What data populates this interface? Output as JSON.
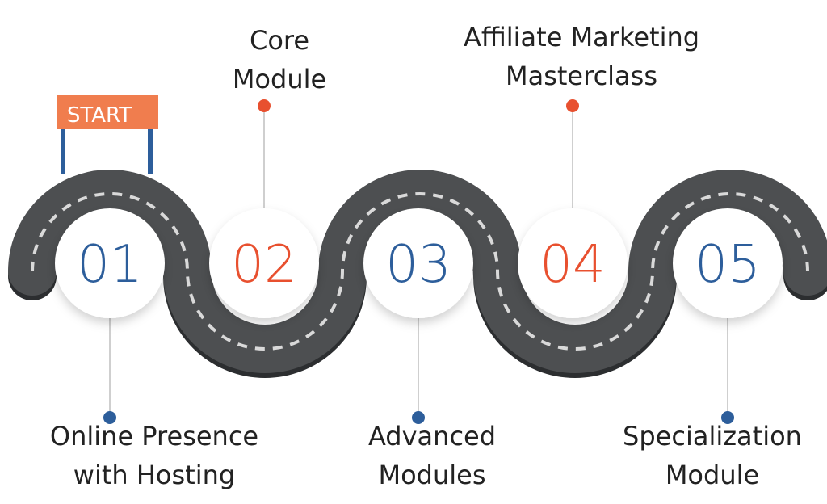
{
  "start_sign": {
    "text": "START"
  },
  "colors": {
    "road": "#4d4f51",
    "road_shadow": "#2c2e30",
    "dash": "#d9d9d9",
    "blue": "#2d5e9b",
    "orange": "#e8502f",
    "sign": "#f07d4e",
    "pole": "#2d5e9b"
  },
  "steps": [
    {
      "number": "01",
      "title": [
        "Online Presence",
        "with Hosting"
      ],
      "position": "below",
      "color": "blue"
    },
    {
      "number": "02",
      "title": [
        "Core",
        "Module"
      ],
      "position": "above",
      "color": "orange"
    },
    {
      "number": "03",
      "title": [
        "Advanced",
        "Modules"
      ],
      "position": "below",
      "color": "blue"
    },
    {
      "number": "04",
      "title": [
        "Affiliate Marketing",
        "Masterclass"
      ],
      "position": "above",
      "color": "orange"
    },
    {
      "number": "05",
      "title": [
        "Specialization",
        "Module"
      ],
      "position": "below",
      "color": "blue"
    }
  ]
}
